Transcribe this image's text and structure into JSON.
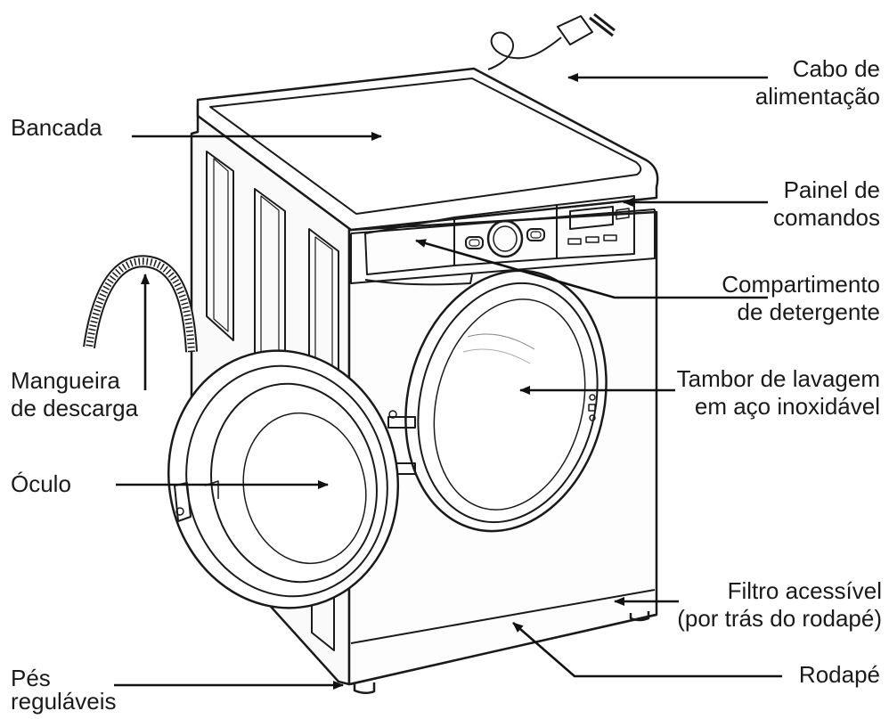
{
  "labels": {
    "bancada": [
      "Bancada"
    ],
    "cabo": [
      "Cabo de",
      "alimentação"
    ],
    "painel": [
      "Painel de",
      "comandos"
    ],
    "compartimento": [
      "Compartimento",
      "de detergente"
    ],
    "mangueira": [
      "Mangueira",
      "de descarga"
    ],
    "tambor": [
      "Tambor de lavagem",
      "em aço inoxidável"
    ],
    "oculo": [
      "Óculo"
    ],
    "filtro": [
      "Filtro acessível",
      "(por trás do rodapé)"
    ],
    "rodape": [
      "Rodapé"
    ],
    "pes": [
      "Pés",
      "reguláveis"
    ]
  }
}
